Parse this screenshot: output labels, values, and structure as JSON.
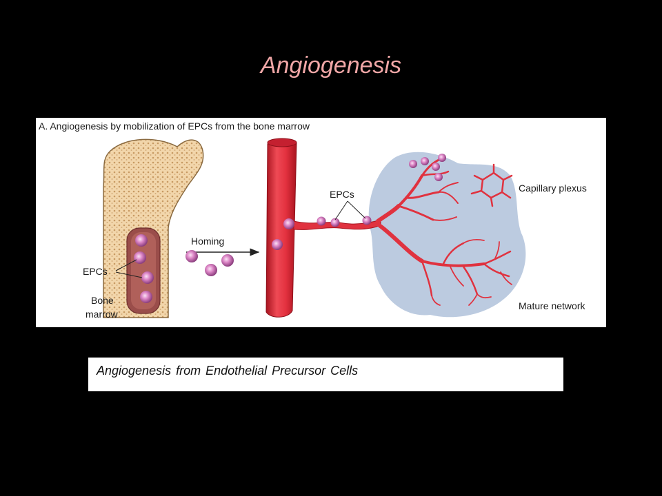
{
  "slide": {
    "title": "Angiogenesis",
    "caption": "Angiogenesis from Endothelial Precursor Cells"
  },
  "figure": {
    "panel_title": "A. Angiogenesis by mobilization of EPCs from the bone marrow",
    "labels": {
      "homing": "Homing",
      "epcs_marrow": "EPCs",
      "bone": "Bone",
      "marrow": "marrow",
      "epcs_vessel": "EPCs",
      "capillary_plexus": "Capillary plexus",
      "mature_network": "Mature network"
    }
  },
  "colors": {
    "title_pink": "#f1a7a7",
    "vessel_red": "#e03040",
    "cell_pink": "#d97fc0",
    "bone_tan": "#f0d4a8",
    "marrow_brown": "#a05550",
    "tissue_blue": "#bccbe0"
  }
}
